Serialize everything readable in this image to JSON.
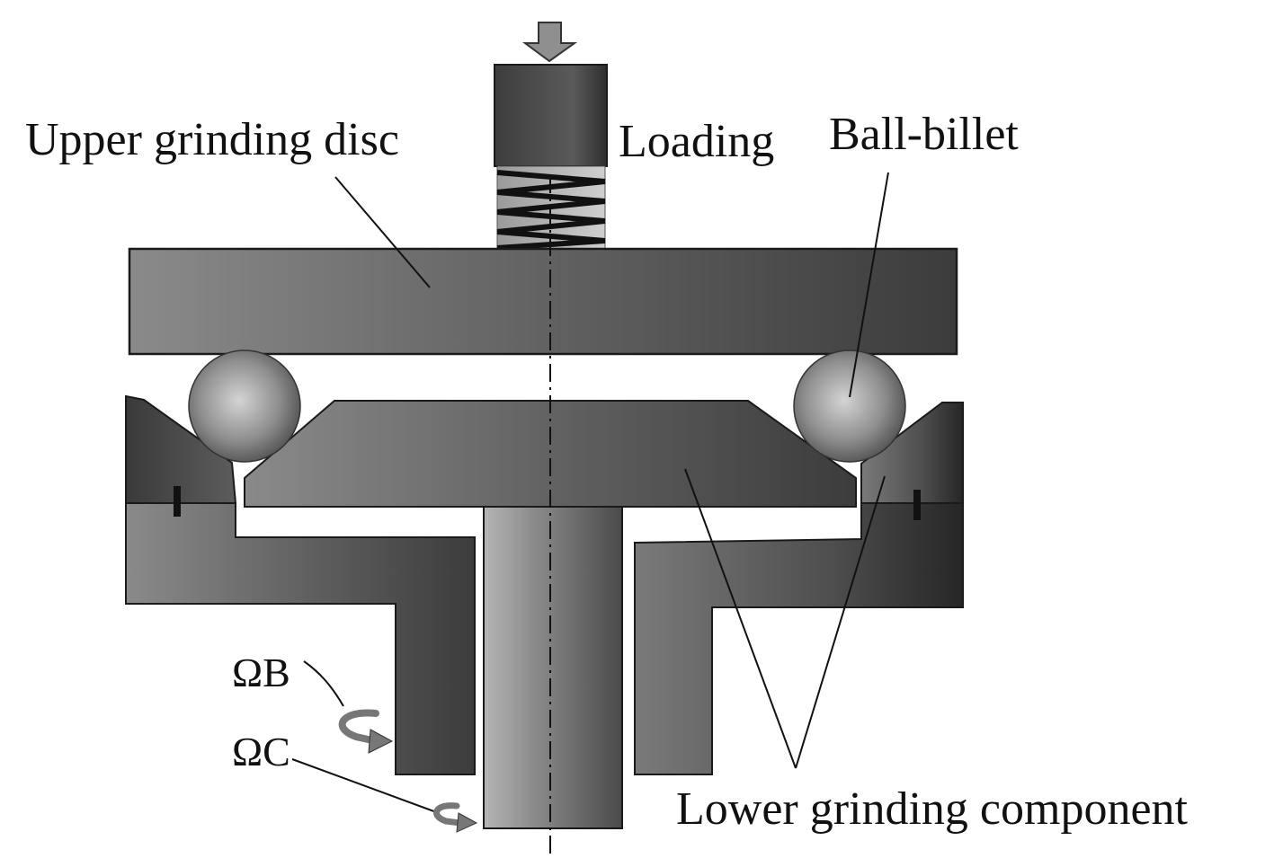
{
  "labels": {
    "upper_disc": "Upper grinding disc",
    "loading": "Loading",
    "ball_billet": "Ball-billet",
    "lower_component": "Lower grinding component",
    "omega_b": "ΩB",
    "omega_c": "ΩC"
  },
  "colors": {
    "part_dark": "#3a3a3a",
    "part_mid": "#6e6e6e",
    "part_light": "#9a9a9a",
    "ball_light": "#c8c8c8",
    "ball_dark": "#555555",
    "outline": "#1a1a1a"
  }
}
